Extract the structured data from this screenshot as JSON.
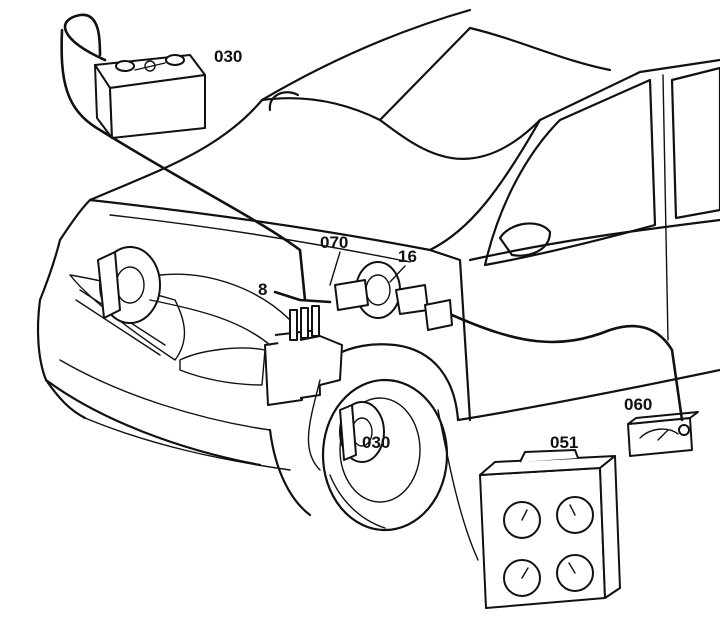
{
  "callouts": {
    "battery": "030",
    "brake_caliper": "030",
    "hydraulic_unit_connection": "070",
    "brake_booster": "16",
    "brake_line": "8",
    "multimeter": "060",
    "pressure_tester": "051"
  }
}
